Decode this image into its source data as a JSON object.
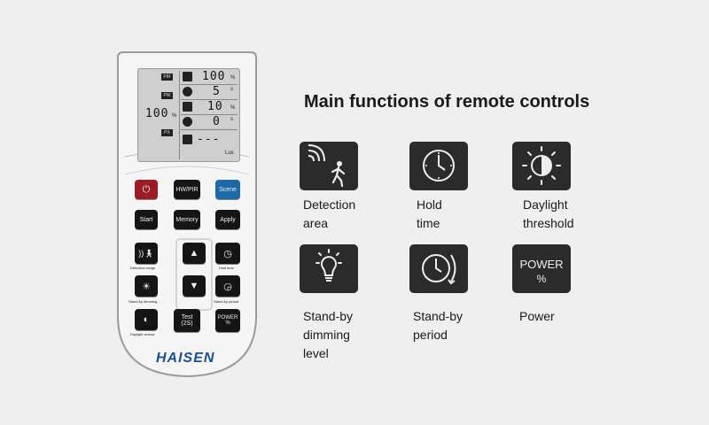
{
  "heading": "Main functions of remote controls",
  "lcd": {
    "tags": [
      "PIR",
      "PW",
      "PX"
    ],
    "big_value": "100",
    "big_unit": "%",
    "rows": [
      {
        "value": "100",
        "unit": "%"
      },
      {
        "value": "5",
        "unit": "s"
      },
      {
        "value": "10",
        "unit": "%"
      },
      {
        "value": "0",
        "unit": "s"
      },
      {
        "value": "---",
        "unit": "Lux"
      }
    ]
  },
  "remote": {
    "hw_pir": "HW/PIR",
    "scene": "Scene",
    "start": "Start",
    "memory": "Memory",
    "apply": "Apply",
    "test": "Test",
    "test_sub": "(2S)",
    "power_pct": "POWER",
    "power_pct_sub": "%",
    "caption_detection": "Detection range",
    "caption_hold": "Hold time",
    "caption_dimming": "Stand-by dimming",
    "caption_period": "Stand-by period",
    "caption_daylight": "Daylight sensor",
    "brand": "HAISEN"
  },
  "functions": [
    {
      "icon": "detection-area-icon",
      "label": "Detection\narea"
    },
    {
      "icon": "hold-time-icon",
      "label": "Hold\ntime"
    },
    {
      "icon": "daylight-threshold-icon",
      "label": "Daylight\nthreshold"
    },
    {
      "icon": "standby-dimming-icon",
      "label": "Stand-by\ndimming\nlevel"
    },
    {
      "icon": "standby-period-icon",
      "label": "Stand-by\nperiod"
    },
    {
      "icon": "power-percent-icon",
      "label": "Power",
      "tile_text": "POWER",
      "tile_sub": "%"
    }
  ]
}
